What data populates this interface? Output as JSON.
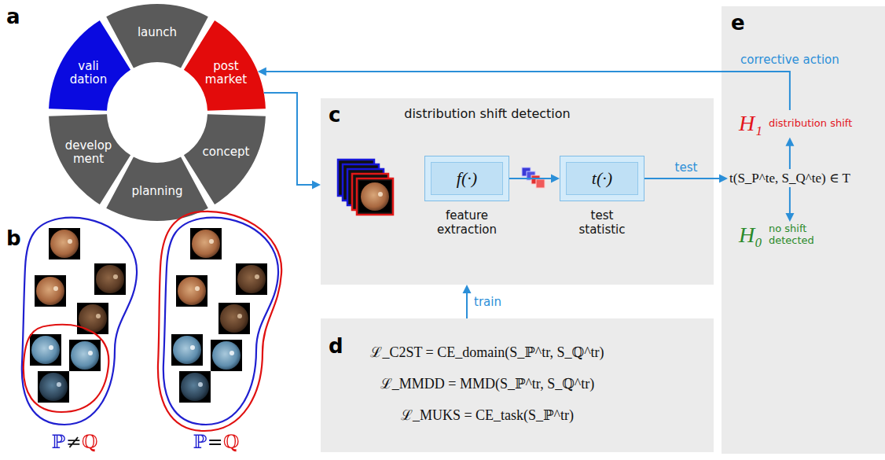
{
  "diagram": {
    "nodes": [
      {
        "text": [
          "launch"
        ]
      },
      {
        "text": [
          "vali dation"
        ]
      },
      {
        "text": [
          "post market"
        ]
      },
      {
        "text": [
          "develop ment"
        ]
      },
      {
        "text": [
          "concept"
        ]
      },
      {
        "text": [
          "planning"
        ]
      },
      {
        "text": [
          "c",
          "distribution shift detection"
        ]
      },
      {
        "text": [
          "f(·)",
          "feature extraction"
        ],
        "in": 6
      },
      {
        "text": [
          "t(·)",
          "test statistic"
        ],
        "in": 6
      },
      {
        "text": [
          "e"
        ]
      },
      {
        "text": [
          "t(S_P^te, S_Q^te) ∈ T"
        ],
        "in": 9
      },
      {
        "text": [
          "H₁",
          "distribution shift"
        ],
        "in": 9
      },
      {
        "text": [
          "H₀",
          "no shift detected"
        ],
        "in": 9
      },
      {
        "text": [
          "d",
          "ℒ_C2ST = CE_domain(S_ℙ^tr, S_ℚ^tr)",
          "ℒ_MMDD = MMD(S_ℙ^tr, S_ℚ^tr)",
          "ℒ_MUKS = CE_task(S_ℙ^tr)"
        ]
      }
    ],
    "edges": [
      {
        "from": 2,
        "to": 6,
        "arrow": "to"
      },
      {
        "from": 7,
        "to": 8,
        "arrow": "to"
      },
      {
        "from": 8,
        "to": 10,
        "arrow": "to",
        "label": "test"
      },
      {
        "from": 13,
        "to": 6,
        "arrow": "to",
        "label": "train"
      },
      {
        "from": 10,
        "to": 11,
        "arrow": "to"
      },
      {
        "from": 10,
        "to": 12,
        "arrow": "to"
      },
      {
        "from": 11,
        "to": 2,
        "arrow": "to",
        "label": "corrective action"
      }
    ],
    "labels": [
      "a",
      "b",
      "ℙ≠ℚ",
      "ℙ=ℚ"
    ]
  }
}
